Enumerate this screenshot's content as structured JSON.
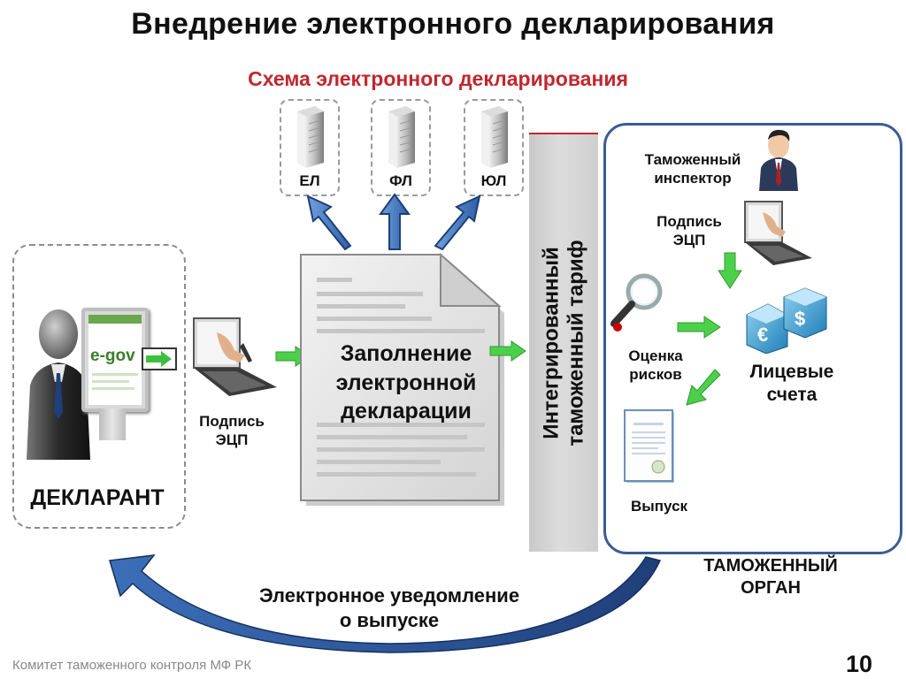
{
  "title": "Внедрение электронного декларирования",
  "subtitle": "Схема электронного декларирования",
  "servers": [
    "ЕЛ",
    "ФЛ",
    "ЮЛ"
  ],
  "declarant": {
    "label": "ДЕКЛАРАНТ",
    "logo": "e-gov"
  },
  "sign_left": {
    "line1": "Подпись",
    "line2": "ЭЦП"
  },
  "document": {
    "line1": "Заполнение",
    "line2": "электронной",
    "line3": "декларации"
  },
  "tariff": {
    "line1": "Интегрированный",
    "line2": "таможенный тариф"
  },
  "customs": {
    "inspector": {
      "line1": "Таможенный",
      "line2": "инспектор"
    },
    "sign": {
      "line1": "Подпись",
      "line2": "ЭЦП"
    },
    "risk": {
      "line1": "Оценка",
      "line2": "рисков"
    },
    "accounts": {
      "line1": "Лицевые",
      "line2": "счета"
    },
    "release": "Выпуск",
    "label": {
      "line1": "ТАМОЖЕННЫЙ",
      "line2": "ОРГАН"
    }
  },
  "notification": {
    "line1": "Электронное уведомление",
    "line2": "о выпуске"
  },
  "footer": "Комитет таможенного контроля МФ РК",
  "page_number": "10"
}
